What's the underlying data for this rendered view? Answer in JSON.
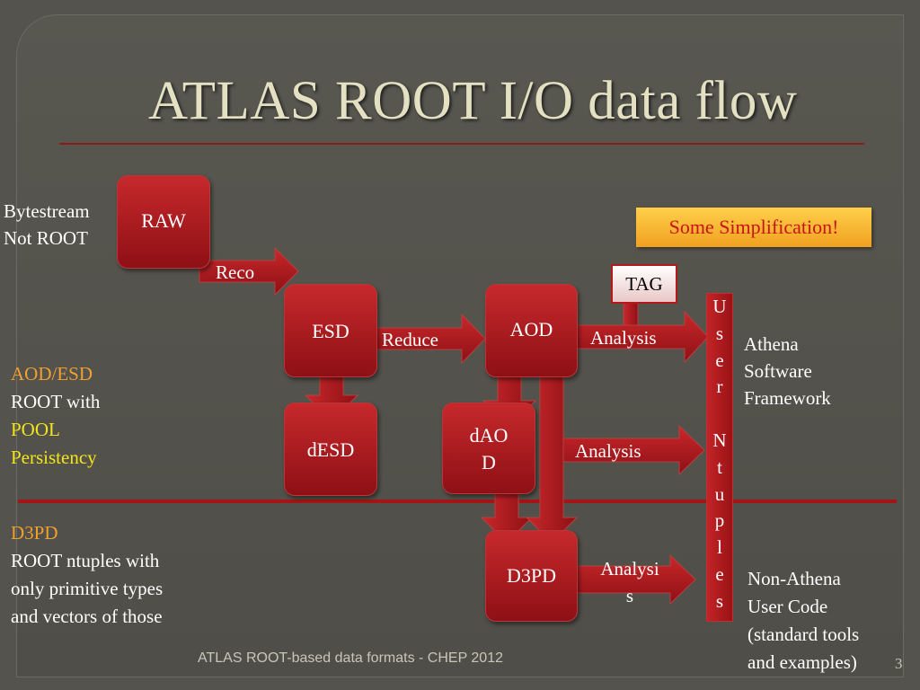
{
  "slide": {
    "title": "ATLAS ROOT I/O data flow",
    "note": "Some Simplification!",
    "footer": "ATLAS ROOT-based data formats - CHEP 2012",
    "page_number": "3"
  },
  "side_labels": {
    "raw_line1": "Bytestream",
    "raw_line2": "Not ROOT",
    "aod_esd_title": "AOD/ESD",
    "aod_esd_line2": "ROOT with",
    "aod_esd_line3": "POOL",
    "aod_esd_line4": "Persistency",
    "d3pd_title": "D3PD",
    "d3pd_line2": "ROOT  ntuples with",
    "d3pd_line3": "only primitive types",
    "d3pd_line4": "and vectors of those",
    "athena_line1": "Athena",
    "athena_line2": "Software",
    "athena_line3": "Framework",
    "nonathena_line1": "Non-Athena",
    "nonathena_line2": "User Code",
    "nonathena_line3": "(standard tools",
    "nonathena_line4": " and examples)"
  },
  "nodes": {
    "raw": "RAW",
    "esd": "ESD",
    "aod": "AOD",
    "desd": "dESD",
    "daod_line1": "dAO",
    "daod_line2": "D",
    "d3pd": "D3PD",
    "tag": "TAG"
  },
  "arrows": {
    "reco": "Reco",
    "reduce": "Reduce",
    "analysis_aod": "Analysis",
    "analysis_daod": "Analysis",
    "analysis_d3pd_line1": "Analysi",
    "analysis_d3pd_line2": "s"
  },
  "user_ntuples": [
    "U",
    "s",
    "e",
    "r",
    "",
    "N",
    "t",
    "u",
    "p",
    "l",
    "e",
    "s"
  ],
  "colors": {
    "background": "#54534d",
    "box_red": "#b31a1e",
    "title": "#e4e0c2",
    "orange_text": "#f0a030",
    "yellow_text": "#f4e51a"
  }
}
